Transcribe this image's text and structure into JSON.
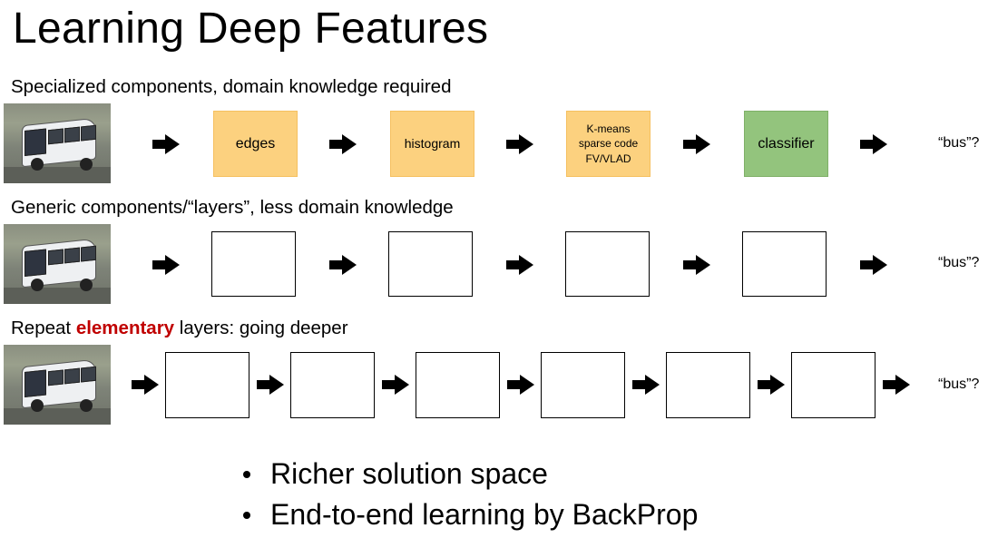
{
  "title": "Learning Deep Features",
  "rows": [
    {
      "heading_parts": [
        "Specialized components, domain knowledge required"
      ],
      "boxes": [
        "edges",
        "histogram",
        "K-means\nsparse code\nFV/VLAD",
        "classifier"
      ],
      "output": "“bus”?"
    },
    {
      "heading_parts": [
        "Generic components/“layers”, less domain knowledge"
      ],
      "boxes": [
        "",
        "",
        "",
        ""
      ],
      "output": "“bus”?"
    },
    {
      "heading_parts": [
        "Repeat ",
        "elementary",
        " layers: going deeper"
      ],
      "boxes": [
        "",
        "",
        "",
        "",
        "",
        ""
      ],
      "output": "“bus”?"
    }
  ],
  "colors": {
    "feature_box": "#fcd17f",
    "classifier_box": "#93c47d",
    "highlight": "#c00000"
  },
  "bullets": [
    "Richer solution space",
    "End-to-end learning by BackProp"
  ]
}
